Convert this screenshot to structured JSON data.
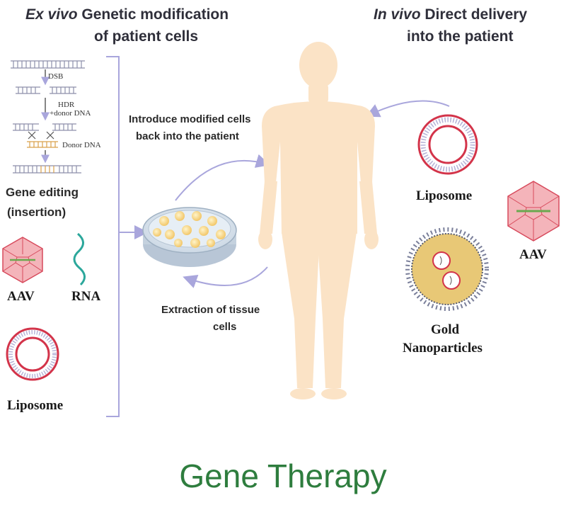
{
  "headers": {
    "ex_vivo_italic": "Ex vivo",
    "ex_vivo_rest": " Genetic modification",
    "ex_vivo_line2": "of patient cells",
    "in_vivo_italic": "In vivo",
    "in_vivo_rest": " Direct delivery",
    "in_vivo_line2": "into the patient"
  },
  "gene_editing": {
    "dsb": "DSB",
    "hdr": "HDR",
    "donor_plus": "+donor DNA",
    "donor": "Donor DNA",
    "label_line1": "Gene editing",
    "label_line2": "(insertion)"
  },
  "left_vectors": {
    "aav": "AAV",
    "rna": "RNA",
    "liposome": "Liposome"
  },
  "process": {
    "introduce_line1": "Introduce modified cells",
    "introduce_line2": "back into the patient",
    "extract_line1": "Extraction of tissue",
    "extract_line2": "cells"
  },
  "right_vectors": {
    "liposome": "Liposome",
    "aav": "AAV",
    "gold_line1": "Gold",
    "gold_line2": "Nanoparticles"
  },
  "title": "Gene Therapy",
  "colors": {
    "title": "#2e7d3e",
    "arrow": "#a9a6dc",
    "body": "#fbe3c6",
    "capsid": "#f2a3ab",
    "lipid": "#d3344a"
  }
}
